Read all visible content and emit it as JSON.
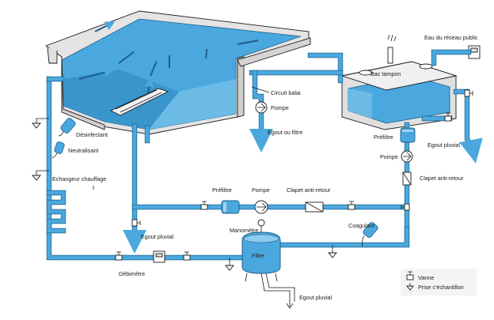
{
  "labels": {
    "eau_reseau": "Eau du réseau public",
    "bac_tampon": "Bac tampon",
    "circuit_balai": "Circuit balai",
    "pompe_top": "Pompe",
    "egout_filtre": "Egout ou filtre",
    "desinfectant": "Désinfectant",
    "neutralisant": "Neutralisant",
    "echangeur": "Echangeur chauffage",
    "prefiltre_right": "Préfiltre",
    "pompe_right": "Pompe",
    "egout_pluvial_right": "Egout pluvial",
    "clapet_right": "Clapet anti-retour",
    "prefiltre_mid": "Préfiltre",
    "pompe_mid": "Pompe",
    "clapet_mid": "Clapet anti-retour",
    "egout_pluvial_left": "Egout pluvial",
    "manometre": "Manomètre",
    "coagulant": "Coagulant",
    "filtre": "Filtre",
    "debitmetre": "Débimètre",
    "egout_pluvial_bottom": "Egout pluvial"
  },
  "legend": {
    "vanne": "Vanne",
    "prise": "Prise c'échantillon"
  },
  "colors": {
    "water": "#4aa8de",
    "water_dark": "#1c5f8a",
    "tank_wall": "#dcdcdc"
  }
}
